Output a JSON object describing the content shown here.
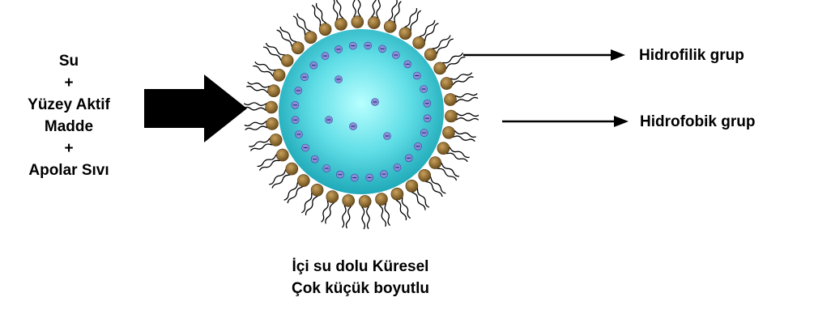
{
  "ingredients": [
    "Su",
    "+",
    "Yüzey Aktif",
    "Madde",
    "+",
    "Apolar Sıvı"
  ],
  "labels": {
    "hydrophilic": "Hidrofilik grup",
    "hydrophobic": "Hidrofobik grup"
  },
  "caption": [
    "İçi su dolu  Küresel",
    "Çok küçük boyutlu"
  ],
  "colors": {
    "core_center": "#b8ffff",
    "core_edge": "#1fb5c2",
    "head": "#8a6a2c",
    "tail": "#000000",
    "dot": "#8a8fd8"
  }
}
